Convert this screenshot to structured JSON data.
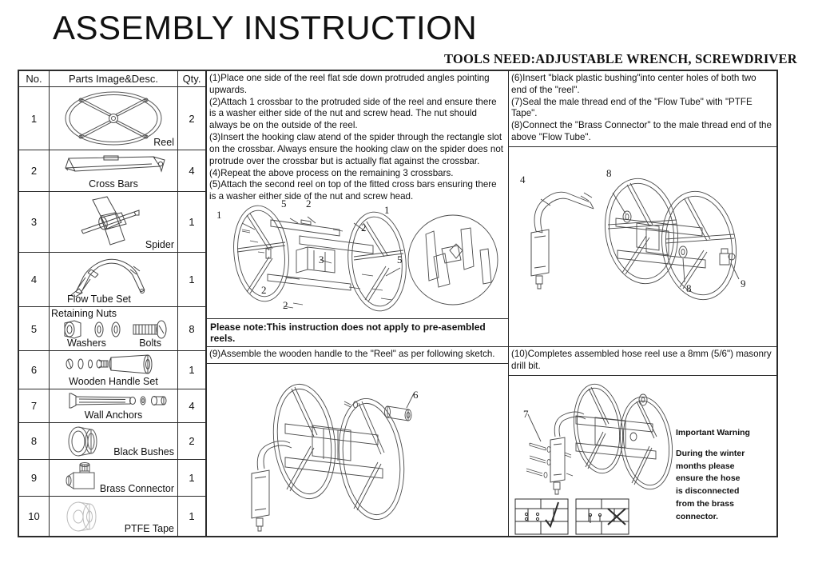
{
  "header": {
    "title": "ASSEMBLY INSTRUCTION",
    "tools_need": "TOOLS  NEED:ADJUSTABLE  WRENCH, SCREWDRIVER"
  },
  "parts_table": {
    "columns": {
      "no": "No.",
      "image_desc": "Parts Image&Desc.",
      "qty": "Qty."
    },
    "rows": [
      {
        "no": "1",
        "name": "Reel",
        "qty": "2",
        "icon": "reel-icon"
      },
      {
        "no": "2",
        "name": "Cross Bars",
        "qty": "4",
        "icon": "crossbar-icon"
      },
      {
        "no": "3",
        "name": "Spider",
        "qty": "1",
        "icon": "spider-icon"
      },
      {
        "no": "4",
        "name": "Flow Tube Set",
        "qty": "1",
        "icon": "flow-tube-icon"
      },
      {
        "no": "5",
        "name": "Washers",
        "qty": "8",
        "icon": "fasteners-icon",
        "name2": "Bolts",
        "name_top": "Retaining Nuts"
      },
      {
        "no": "6",
        "name": "Wooden Handle Set",
        "qty": "1",
        "icon": "wooden-handle-icon"
      },
      {
        "no": "7",
        "name": "Wall Anchors",
        "qty": "4",
        "icon": "wall-anchor-icon"
      },
      {
        "no": "8",
        "name": "Black Bushes",
        "qty": "2",
        "icon": "black-bush-icon"
      },
      {
        "no": "9",
        "name": "Brass Connector",
        "qty": "1",
        "icon": "brass-connector-icon"
      },
      {
        "no": "10",
        "name": "PTFE Tape",
        "qty": "1",
        "icon": "ptfe-tape-icon"
      }
    ]
  },
  "panels": {
    "top_left": {
      "steps": "(1)Place one side of the reel flat sde down protruded angles pointing upwards.\n(2)Attach 1 crossbar to the protruded side of the reel and ensure there is a washer either side of the nut and screw head. The nut should always be on the outside of the reel.\n(3)Insert the hooking claw atend of the spider through the rectangle slot on the crossbar. Always ensure the hooking claw on the spider does not protrude over the crossbar but is actually flat against the crossbar.\n(4)Repeat the above process on the remaining 3 crossbars.\n(5)Attach the second reel on top of the fitted cross bars ensuring there is a washer either side of the nut and screw head.",
      "note": "Please note:This instruction does not apply to pre-asembled reels.",
      "callouts": [
        "1",
        "5",
        "2",
        "2",
        "1",
        "2",
        "3",
        "5",
        "2",
        "2"
      ]
    },
    "top_right": {
      "steps": "(6)Insert \"black plastic bushing\"into center holes of both two end of the \"reel\".\n(7)Seal the male thread end of the \"Flow Tube\" with \"PTFE Tape\".\n(8)Connect the \"Brass Connector\" to the male thread end of the above \"Flow Tube\".",
      "callouts": [
        "4",
        "8",
        "8",
        "9"
      ]
    },
    "bottom_left": {
      "steps": "(9)Assemble the wooden handle to the \"Reel\" as per following sketch.",
      "callouts": [
        "6"
      ]
    },
    "bottom_right": {
      "steps": "(10)Completes assembled hose reel use a 8mm (5/6\") masonry drill bit.",
      "callouts": [
        "7"
      ],
      "warning": {
        "title": "Important Warning",
        "body": "During the winter\nmonths please\nensure the hose\nis disconnected\nfrom the brass\nconnector."
      }
    }
  },
  "colors": {
    "ink": "#2b2b2b",
    "line": "#555555",
    "paper": "#ffffff"
  }
}
